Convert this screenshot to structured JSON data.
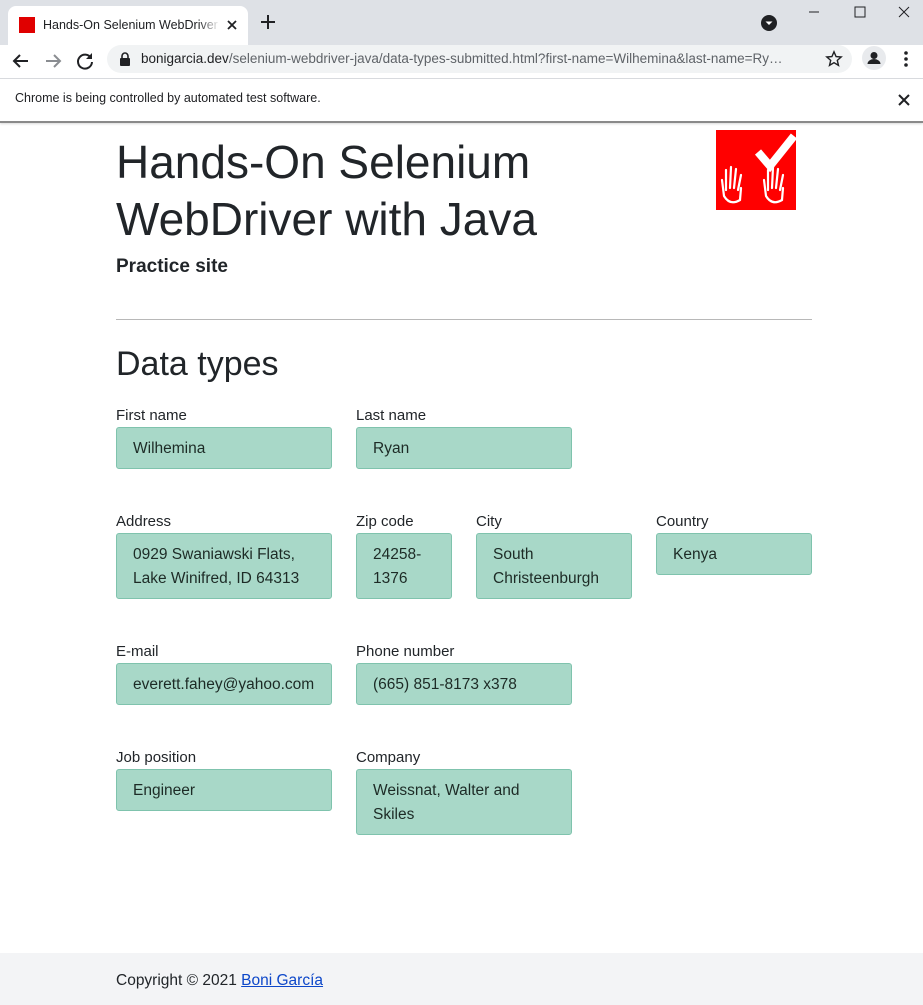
{
  "browser": {
    "tab_title": "Hands-On Selenium WebDriver w",
    "url_host": "bonigarcia.dev",
    "url_path": "/selenium-webdriver-java/data-types-submitted.html?first-name=Wilhemina&last-name=Ry…",
    "infobar_text": "Chrome is being controlled by automated test software."
  },
  "header": {
    "title": "Hands-On Selenium WebDriver with Java",
    "subtitle": "Practice site"
  },
  "section_title": "Data types",
  "fields": {
    "first_name": {
      "label": "First name",
      "value": "Wilhemina"
    },
    "last_name": {
      "label": "Last name",
      "value": "Ryan"
    },
    "address": {
      "label": "Address",
      "value": "0929 Swaniawski Flats, Lake Winifred, ID 64313"
    },
    "zip_code": {
      "label": "Zip code",
      "value": "24258-1376"
    },
    "city": {
      "label": "City",
      "value": "South Christeenburgh"
    },
    "country": {
      "label": "Country",
      "value": "Kenya"
    },
    "email": {
      "label": "E-mail",
      "value": "everett.fahey@yahoo.com"
    },
    "phone": {
      "label": "Phone number",
      "value": "(665) 851-8173 x378"
    },
    "job_position": {
      "label": "Job position",
      "value": "Engineer"
    },
    "company": {
      "label": "Company",
      "value": "Weissnat, Walter and Skiles"
    }
  },
  "footer": {
    "copyright": "Copyright © 2021",
    "author_link": "Boni García"
  },
  "colors": {
    "field_bg": "#a8d8c8",
    "logo_red": "#ff0000",
    "link": "#0d47c9"
  }
}
